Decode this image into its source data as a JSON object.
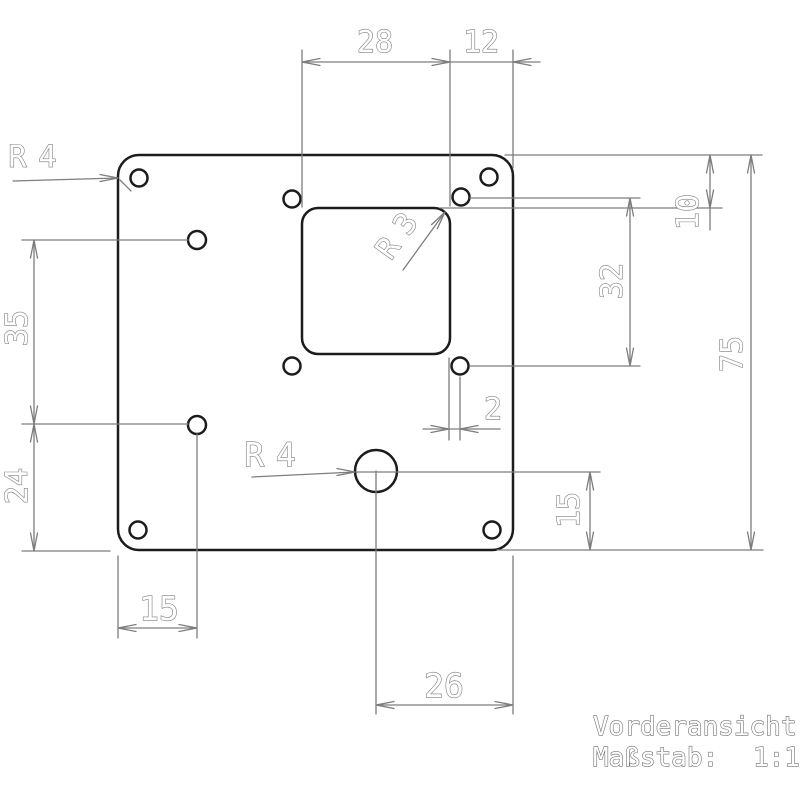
{
  "drawing": {
    "view_title": "Vorderansicht",
    "scale_label": "Maßstab:",
    "scale_value": "1:1",
    "colors": {
      "outline": "#1c1c1c",
      "dimension": "#7d7d7d",
      "text_outline": "#6f6f6f"
    },
    "dims": {
      "cutout_width": "28",
      "cutout_to_right_edge": "12",
      "top_to_cutout": "10",
      "hole_pair_span": "32",
      "plate_height": "75",
      "left_hole_spacing": "35",
      "lower_hole_to_bottom": "24",
      "left_edge_to_hole": "15",
      "cutout_to_hole": "2",
      "center_hole_to_bottom": "15",
      "center_hole_to_right_edge": "26"
    },
    "labels": {
      "corner_radius": "R 4",
      "cutout_radius": "R 3",
      "center_hole_radius": "R 4"
    }
  }
}
